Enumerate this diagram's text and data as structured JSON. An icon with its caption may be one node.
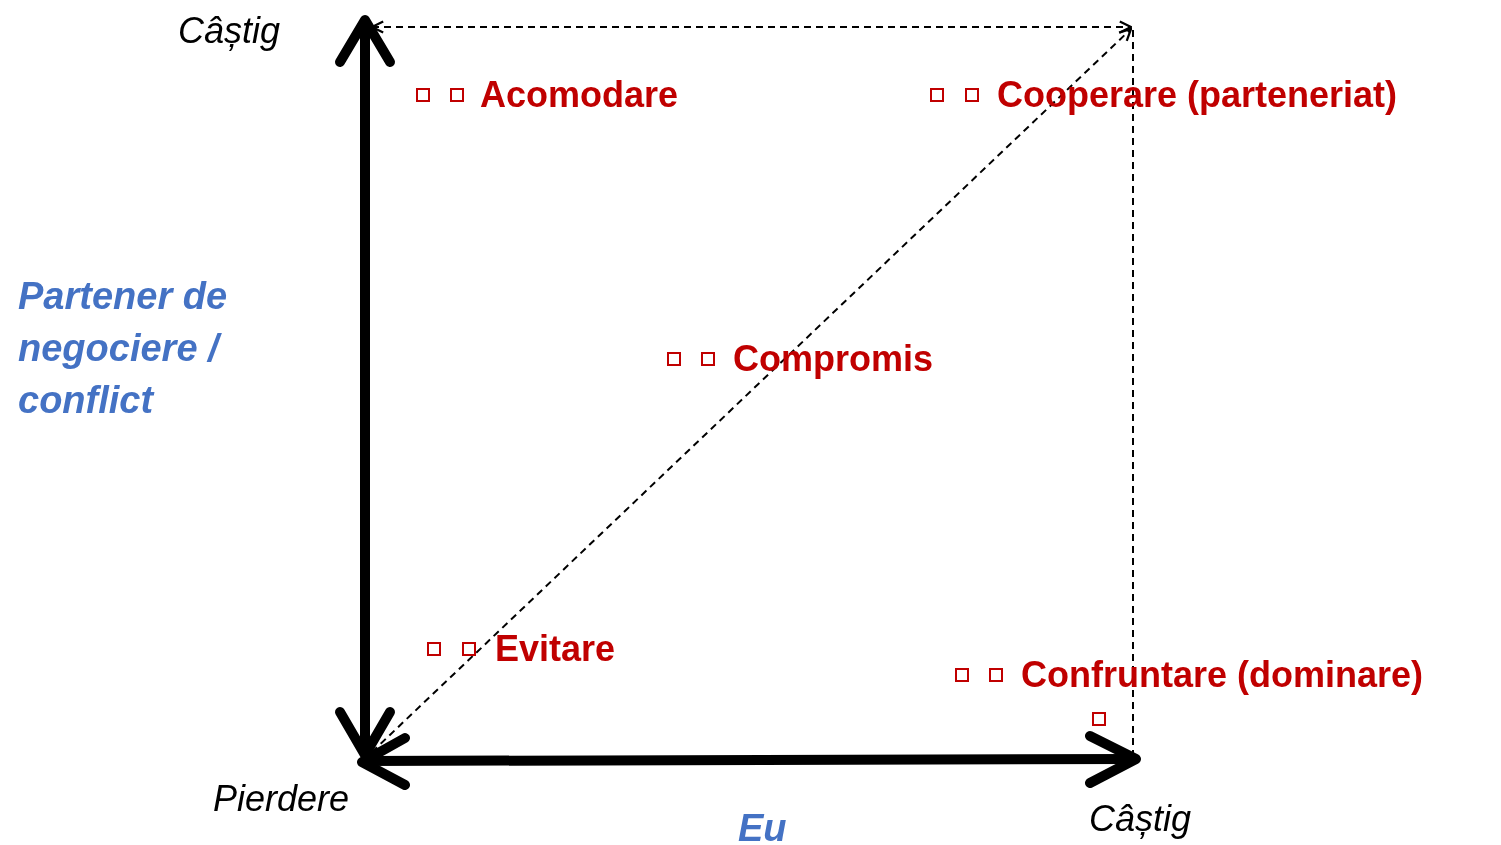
{
  "diagram": {
    "labels": [
      "Câștig",
      "Acomodare",
      "Cooperare (parteneriat)",
      "Partener de negociere / conflict",
      "Compromis",
      "Evitare",
      "Confruntare (dominare)",
      "Pierdere",
      "Câștig",
      "Eu"
    ]
  }
}
